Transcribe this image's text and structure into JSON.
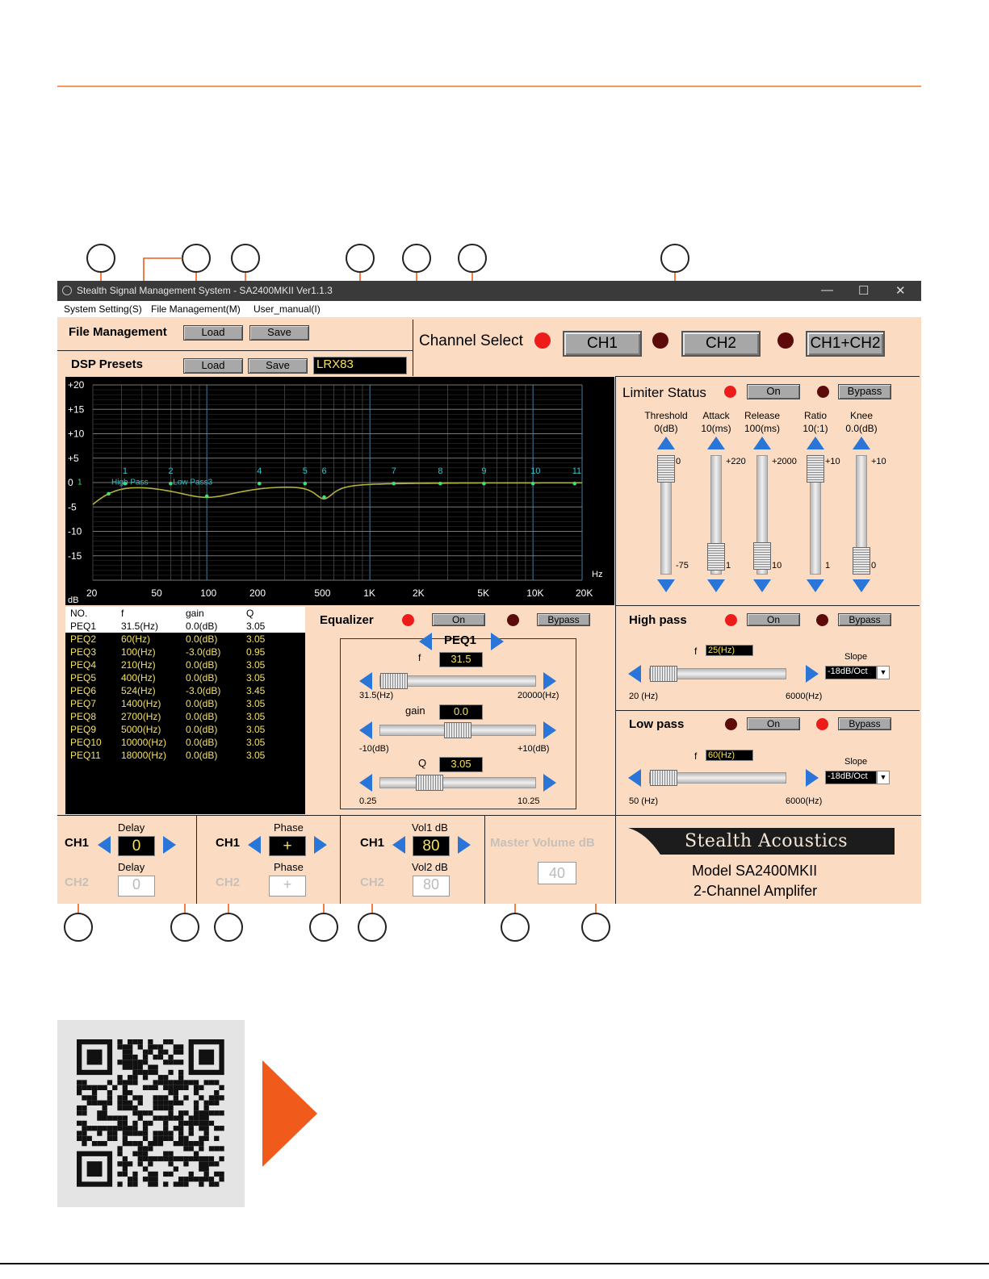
{
  "window": {
    "title": "Stealth Signal Management System - SA2400MKII Ver1.1.3",
    "controls": [
      "—",
      "☐",
      "✕"
    ]
  },
  "menu": [
    "System Setting(S)",
    "File Management(M)",
    "User_manual(I)"
  ],
  "file_management": {
    "label": "File Management",
    "load": "Load",
    "save": "Save"
  },
  "dsp_presets": {
    "label": "DSP Presets",
    "load": "Load",
    "save": "Save",
    "preset_name": "LRX83"
  },
  "channel_select": {
    "label": "Channel Select",
    "ch1": "CH1",
    "ch2": "CH2",
    "ch12": "CH1+CH2"
  },
  "graph": {
    "y_labels": [
      "+20",
      "+15",
      "+10",
      "+5",
      "0",
      "-5",
      "-10",
      "-15",
      "dB"
    ],
    "x_labels": [
      "20",
      "50",
      "100",
      "200",
      "500",
      "1K",
      "2K",
      "5K",
      "10K",
      "20K"
    ],
    "x_unit": "Hz",
    "point_labels": [
      "1",
      "2",
      "4",
      "5",
      "6",
      "7",
      "8",
      "9",
      "10",
      "11"
    ],
    "high_pass_label": "High Pass",
    "low_pass_label": "Low Pass3",
    "point_zero_label": "1"
  },
  "limiter": {
    "label": "Limiter Status",
    "on": "On",
    "bypass": "Bypass",
    "params": [
      {
        "name": "Threshold",
        "value": "0(dB)",
        "max": "0",
        "min": "-75",
        "level": 1.0
      },
      {
        "name": "Attack",
        "value": "10(ms)",
        "max": "+220",
        "min": "1",
        "level": 0.04
      },
      {
        "name": "Release",
        "value": "100(ms)",
        "max": "+2000",
        "min": "10",
        "level": 0.05
      },
      {
        "name": "Ratio",
        "value": "10(:1)",
        "max": "+10",
        "min": "1",
        "level": 1.0
      },
      {
        "name": "Knee",
        "value": "0.0(dB)",
        "max": "+10",
        "min": "0",
        "level": 0.0
      }
    ]
  },
  "peq_table": {
    "headers": [
      "NO.",
      "f",
      "gain",
      "Q"
    ],
    "rows": [
      [
        "PEQ1",
        "31.5(Hz)",
        "0.0(dB)",
        "3.05"
      ],
      [
        "PEQ2",
        "60(Hz)",
        "0.0(dB)",
        "3.05"
      ],
      [
        "PEQ3",
        "100(Hz)",
        "-3.0(dB)",
        "0.95"
      ],
      [
        "PEQ4",
        "210(Hz)",
        "0.0(dB)",
        "3.05"
      ],
      [
        "PEQ5",
        "400(Hz)",
        "0.0(dB)",
        "3.05"
      ],
      [
        "PEQ6",
        "524(Hz)",
        "-3.0(dB)",
        "3.45"
      ],
      [
        "PEQ7",
        "1400(Hz)",
        "0.0(dB)",
        "3.05"
      ],
      [
        "PEQ8",
        "2700(Hz)",
        "0.0(dB)",
        "3.05"
      ],
      [
        "PEQ9",
        "5000(Hz)",
        "0.0(dB)",
        "3.05"
      ],
      [
        "PEQ10",
        "10000(Hz)",
        "0.0(dB)",
        "3.05"
      ],
      [
        "PEQ11",
        "18000(Hz)",
        "0.0(dB)",
        "3.05"
      ]
    ]
  },
  "equalizer": {
    "label": "Equalizer",
    "on": "On",
    "bypass": "Bypass",
    "peq": "PEQ1",
    "f_label": "f",
    "f_value": "31.5",
    "f_min": "31.5(Hz)",
    "f_max": "20000(Hz)",
    "gain_label": "gain",
    "gain_value": "0.0",
    "gain_min": "-10(dB)",
    "gain_max": "+10(dB)",
    "q_label": "Q",
    "q_value": "3.05",
    "q_min": "0.25",
    "q_max": "10.25"
  },
  "high_pass": {
    "label": "High pass",
    "on": "On",
    "bypass": "Bypass",
    "f_label": "f",
    "f_value": "25(Hz)",
    "slope_label": "Slope",
    "slope_value": "-18dB/Oct",
    "min": "20 (Hz)",
    "max": "6000(Hz)"
  },
  "low_pass": {
    "label": "Low pass",
    "on": "On",
    "bypass": "Bypass",
    "f_label": "f",
    "f_value": "60(Hz)",
    "slope_label": "Slope",
    "slope_value": "-18dB/Oct",
    "min": "50 (Hz)",
    "max": "6000(Hz)"
  },
  "delay": {
    "ch1": "CH1",
    "ch2": "CH2",
    "label1": "Delay",
    "value1": "0",
    "label2": "Delay",
    "value2": "0"
  },
  "phase": {
    "ch1": "CH1",
    "ch2": "CH2",
    "label1": "Phase",
    "value1": "+",
    "label2": "Phase",
    "value2": "+"
  },
  "volume": {
    "ch1": "CH1",
    "ch2": "CH2",
    "label1": "Vol1 dB",
    "value1": "80",
    "label2": "Vol2 dB",
    "value2": "80"
  },
  "master": {
    "label": "Master Volume dB",
    "value": "40"
  },
  "brand": {
    "logo": "Stealth Acoustics",
    "model": "Model SA2400MKII",
    "desc": "2-Channel Amplifer"
  },
  "colors": {
    "accent": "#f05a1a",
    "panel": "#fbdcc3",
    "led_on": "#ee1b1b",
    "led_off": "#5c0a0a",
    "value": "#f5e15c"
  }
}
